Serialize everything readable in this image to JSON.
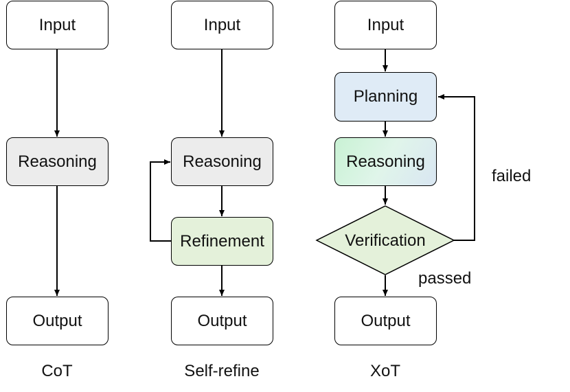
{
  "cot": {
    "input": "Input",
    "reasoning": "Reasoning",
    "output": "Output",
    "caption": "CoT"
  },
  "self_refine": {
    "input": "Input",
    "reasoning": "Reasoning",
    "refinement": "Refinement",
    "output": "Output",
    "caption": "Self-refine"
  },
  "xot": {
    "input": "Input",
    "planning": "Planning",
    "reasoning": "Reasoning",
    "verification": "Verification",
    "output": "Output",
    "caption": "XoT",
    "failed_label": "failed",
    "passed_label": "passed"
  },
  "colors": {
    "gray_fill": "#ececec",
    "green_fill": "#e4f1da",
    "blue_fill": "#dfebf6",
    "diamond_fill": "#e4f1da"
  }
}
